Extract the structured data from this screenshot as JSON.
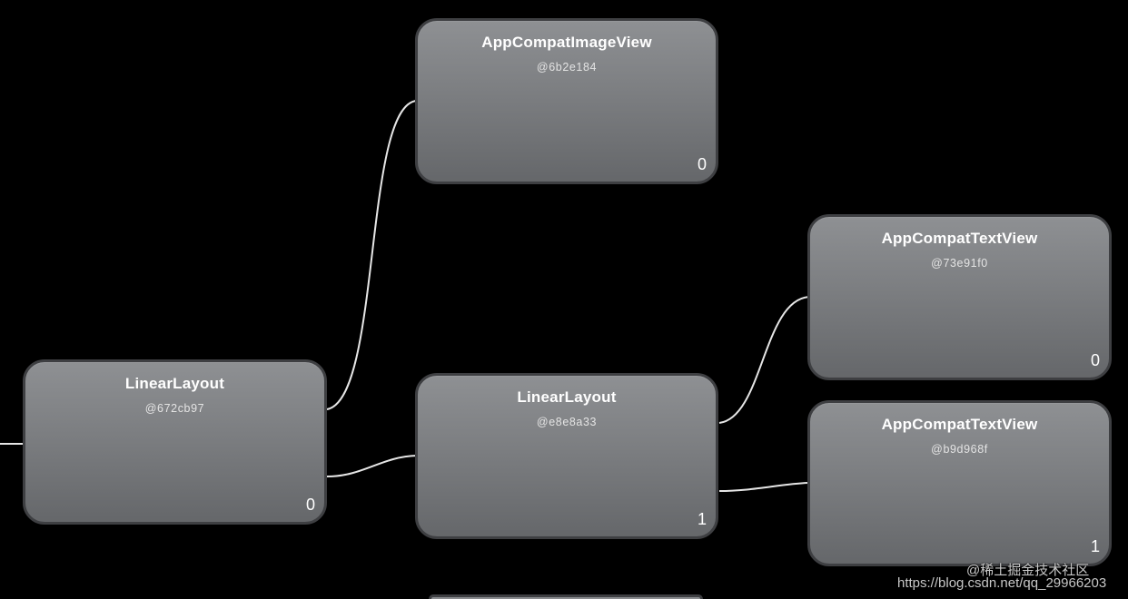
{
  "nodes": [
    {
      "key": "root",
      "title": "LinearLayout",
      "id": "@672cb97",
      "index": "0"
    },
    {
      "key": "image",
      "title": "AppCompatImageView",
      "id": "@6b2e184",
      "index": "0"
    },
    {
      "key": "mid",
      "title": "LinearLayout",
      "id": "@e8e8a33",
      "index": "1"
    },
    {
      "key": "text1",
      "title": "AppCompatTextView",
      "id": "@73e91f0",
      "index": "0"
    },
    {
      "key": "text2",
      "title": "AppCompatTextView",
      "id": "@b9d968f",
      "index": "1"
    }
  ],
  "colors": {
    "background": "#000000",
    "node_top": "#8e9093",
    "node_bottom": "#65676a",
    "node_border": "#3e3f42",
    "connector": "#e6e6e6",
    "text": "#ffffff"
  },
  "watermark": {
    "line1": "@稀土掘金技术社区",
    "line2": "https://blog.csdn.net/qq_29966203"
  }
}
